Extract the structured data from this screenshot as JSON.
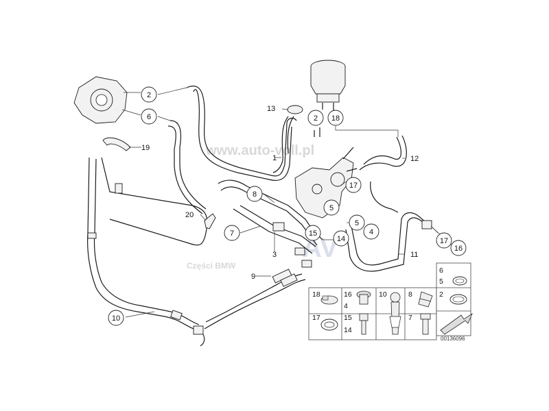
{
  "watermarks": {
    "site": "www.auto-voll.pl",
    "parts": "Części BMW"
  },
  "callouts": [
    "2",
    "6",
    "19",
    "20",
    "7",
    "8",
    "3",
    "1",
    "13",
    "2",
    "18",
    "12",
    "17",
    "5",
    "5",
    "4",
    "15",
    "14",
    "17",
    "16",
    "11",
    "9",
    "10"
  ],
  "legend": {
    "cells": [
      {
        "labels": [
          "18"
        ],
        "part": "clamp-a"
      },
      {
        "labels": [
          "16",
          "4"
        ],
        "part": "grommet"
      },
      {
        "labels": [
          "10"
        ],
        "part": "screw-rivet"
      },
      {
        "labels": [
          "8"
        ],
        "part": "clip"
      },
      {
        "labels": [
          "6",
          "5"
        ],
        "part": "o-ring"
      },
      {
        "labels": [
          "17"
        ],
        "part": "seal-ring"
      },
      {
        "labels": [
          "15",
          "14"
        ],
        "part": "hollow-bolt"
      },
      {
        "labels": [
          "7"
        ],
        "part": "bolt"
      },
      {
        "labels": [
          "2"
        ],
        "part": "hose-clamp"
      }
    ]
  },
  "diagram_ref": "00136096"
}
